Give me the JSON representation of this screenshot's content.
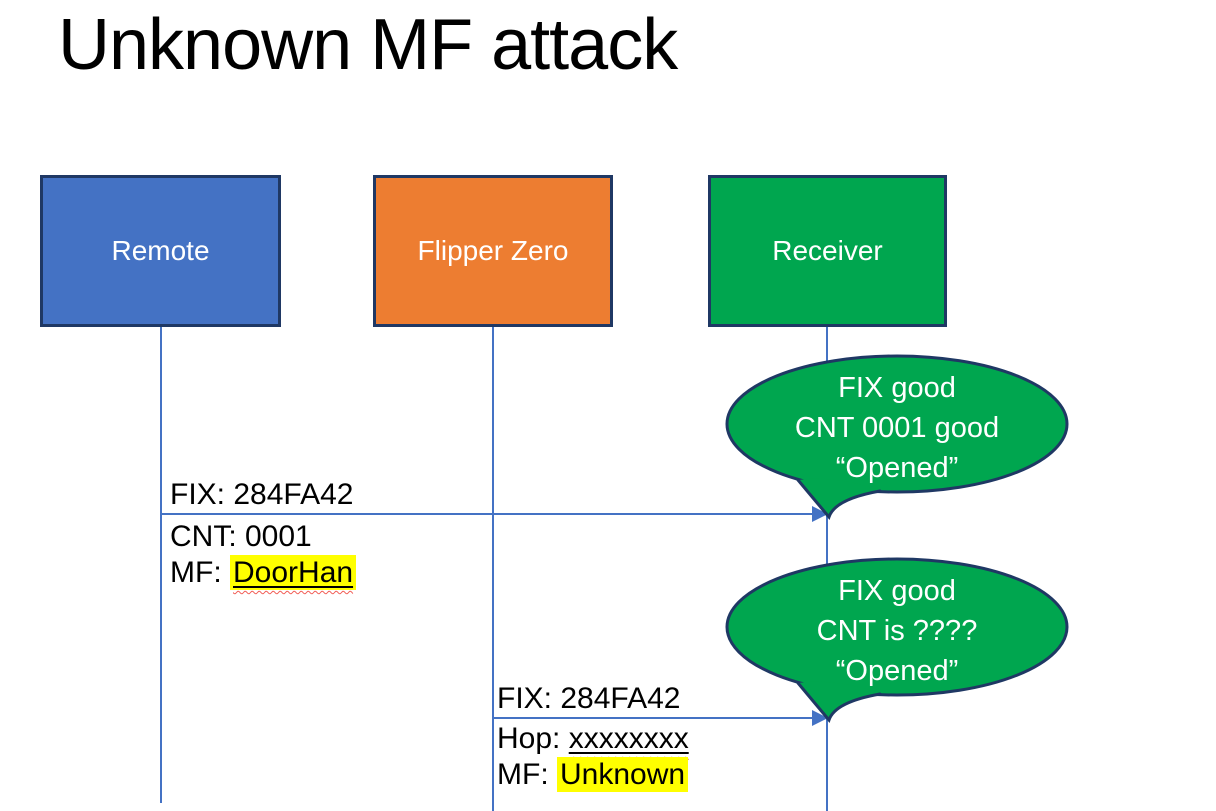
{
  "slide": {
    "title": "Unknown MF attack"
  },
  "actors": {
    "remote": {
      "label": "Remote"
    },
    "flipper": {
      "label": "Flipper Zero"
    },
    "receiver": {
      "label": "Receiver"
    }
  },
  "message1": {
    "from": "Remote",
    "to": "Receiver",
    "line1": "FIX: 284FA42",
    "line2": "CNT: 0001",
    "line3_label": "MF: ",
    "line3_value": "DoorHan"
  },
  "message2": {
    "from": "Flipper Zero",
    "to": "Receiver",
    "line1": "FIX: 284FA42",
    "line2_label": "Hop: ",
    "line2_value": "xxxxxxxx",
    "line3_label": "MF: ",
    "line3_value": "Unknown"
  },
  "callout1": {
    "line1": "FIX good",
    "line2": "CNT 0001 good",
    "line3": "“Opened”"
  },
  "callout2": {
    "line1": "FIX good",
    "line2": "CNT is ????",
    "line3": "“Opened”"
  },
  "colors": {
    "actor_remote_fill": "#4472C4",
    "actor_flipper_fill": "#ED7D31",
    "actor_receiver_fill": "#00A64F",
    "shape_border": "#1F3864",
    "connector": "#4472C4",
    "callout_fill": "#00A64F",
    "callout_border": "#1F3864",
    "highlight": "#FFFF00",
    "squiggle": "#F25C54",
    "text": "#000000",
    "actor_text": "#FFFFFF"
  }
}
